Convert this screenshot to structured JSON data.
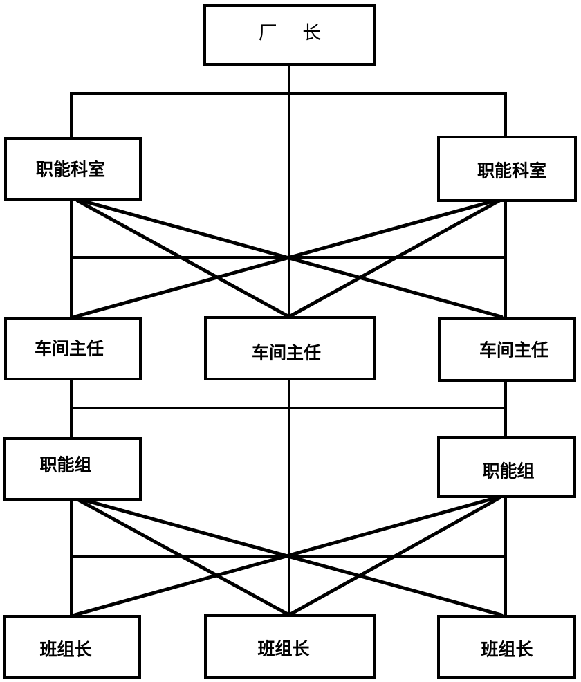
{
  "diagram": {
    "type": "organizational-chart",
    "description": "Line-and-staff (functional matrix) organization structure",
    "colors": {
      "line": "#000000",
      "box_fill": "#ffffff",
      "text": "#000000"
    },
    "levels": [
      {
        "id": "level-factory-director",
        "nodes": [
          {
            "id": "factory-director",
            "label": "厂 长"
          }
        ]
      },
      {
        "id": "level-functional-departments",
        "nodes": [
          {
            "id": "functional-dept-left",
            "label": "职能科室"
          },
          {
            "id": "functional-dept-right",
            "label": "职能科室"
          }
        ]
      },
      {
        "id": "level-workshop-directors",
        "nodes": [
          {
            "id": "workshop-director-left",
            "label": "车间主任"
          },
          {
            "id": "workshop-director-middle",
            "label": "车间主任"
          },
          {
            "id": "workshop-director-right",
            "label": "车间主任"
          }
        ]
      },
      {
        "id": "level-functional-groups",
        "nodes": [
          {
            "id": "functional-group-left",
            "label": "职能组"
          },
          {
            "id": "functional-group-right",
            "label": "职能组"
          }
        ]
      },
      {
        "id": "level-team-leaders",
        "nodes": [
          {
            "id": "team-leader-left",
            "label": "班组长"
          },
          {
            "id": "team-leader-middle",
            "label": "班组长"
          },
          {
            "id": "team-leader-right",
            "label": "班组长"
          }
        ]
      }
    ],
    "edges": [
      {
        "from": "factory-director",
        "to": "functional-dept-left",
        "kind": "line"
      },
      {
        "from": "factory-director",
        "to": "functional-dept-right",
        "kind": "line"
      },
      {
        "from": "factory-director",
        "to": "workshop-director-middle",
        "kind": "line"
      },
      {
        "from": "factory-director",
        "to": "workshop-director-left",
        "kind": "line"
      },
      {
        "from": "factory-director",
        "to": "workshop-director-right",
        "kind": "line"
      },
      {
        "from": "functional-dept-left",
        "to": "workshop-director-middle",
        "kind": "functional"
      },
      {
        "from": "functional-dept-left",
        "to": "workshop-director-right",
        "kind": "functional"
      },
      {
        "from": "functional-dept-right",
        "to": "workshop-director-middle",
        "kind": "functional"
      },
      {
        "from": "functional-dept-right",
        "to": "workshop-director-left",
        "kind": "functional"
      },
      {
        "from": "workshop-director-left",
        "to": "functional-group-left",
        "kind": "line"
      },
      {
        "from": "workshop-director-right",
        "to": "functional-group-right",
        "kind": "line"
      },
      {
        "from": "workshop-director-middle",
        "to": "team-leader-middle",
        "kind": "line"
      },
      {
        "from": "functional-group-left",
        "to": "team-leader-left",
        "kind": "line"
      },
      {
        "from": "functional-group-right",
        "to": "team-leader-right",
        "kind": "line"
      },
      {
        "from": "functional-group-left",
        "to": "team-leader-middle",
        "kind": "functional"
      },
      {
        "from": "functional-group-left",
        "to": "team-leader-right",
        "kind": "functional"
      },
      {
        "from": "functional-group-right",
        "to": "team-leader-middle",
        "kind": "functional"
      },
      {
        "from": "functional-group-right",
        "to": "team-leader-left",
        "kind": "functional"
      }
    ]
  }
}
